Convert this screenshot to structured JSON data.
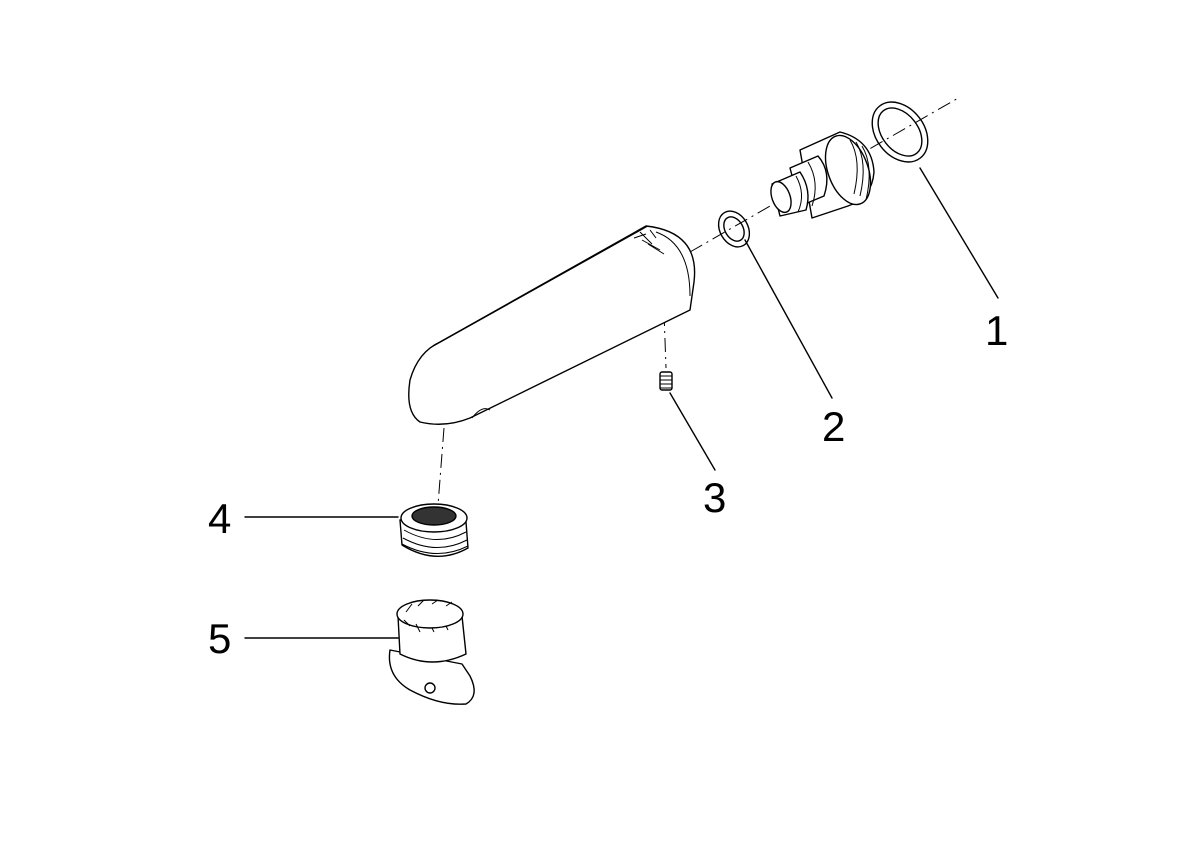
{
  "callouts": [
    {
      "id": "part-1",
      "label": "1"
    },
    {
      "id": "part-2",
      "label": "2"
    },
    {
      "id": "part-3",
      "label": "3"
    },
    {
      "id": "part-4",
      "label": "4"
    },
    {
      "id": "part-5",
      "label": "5"
    }
  ],
  "colors": {
    "line": "#000000",
    "background": "#ffffff"
  }
}
